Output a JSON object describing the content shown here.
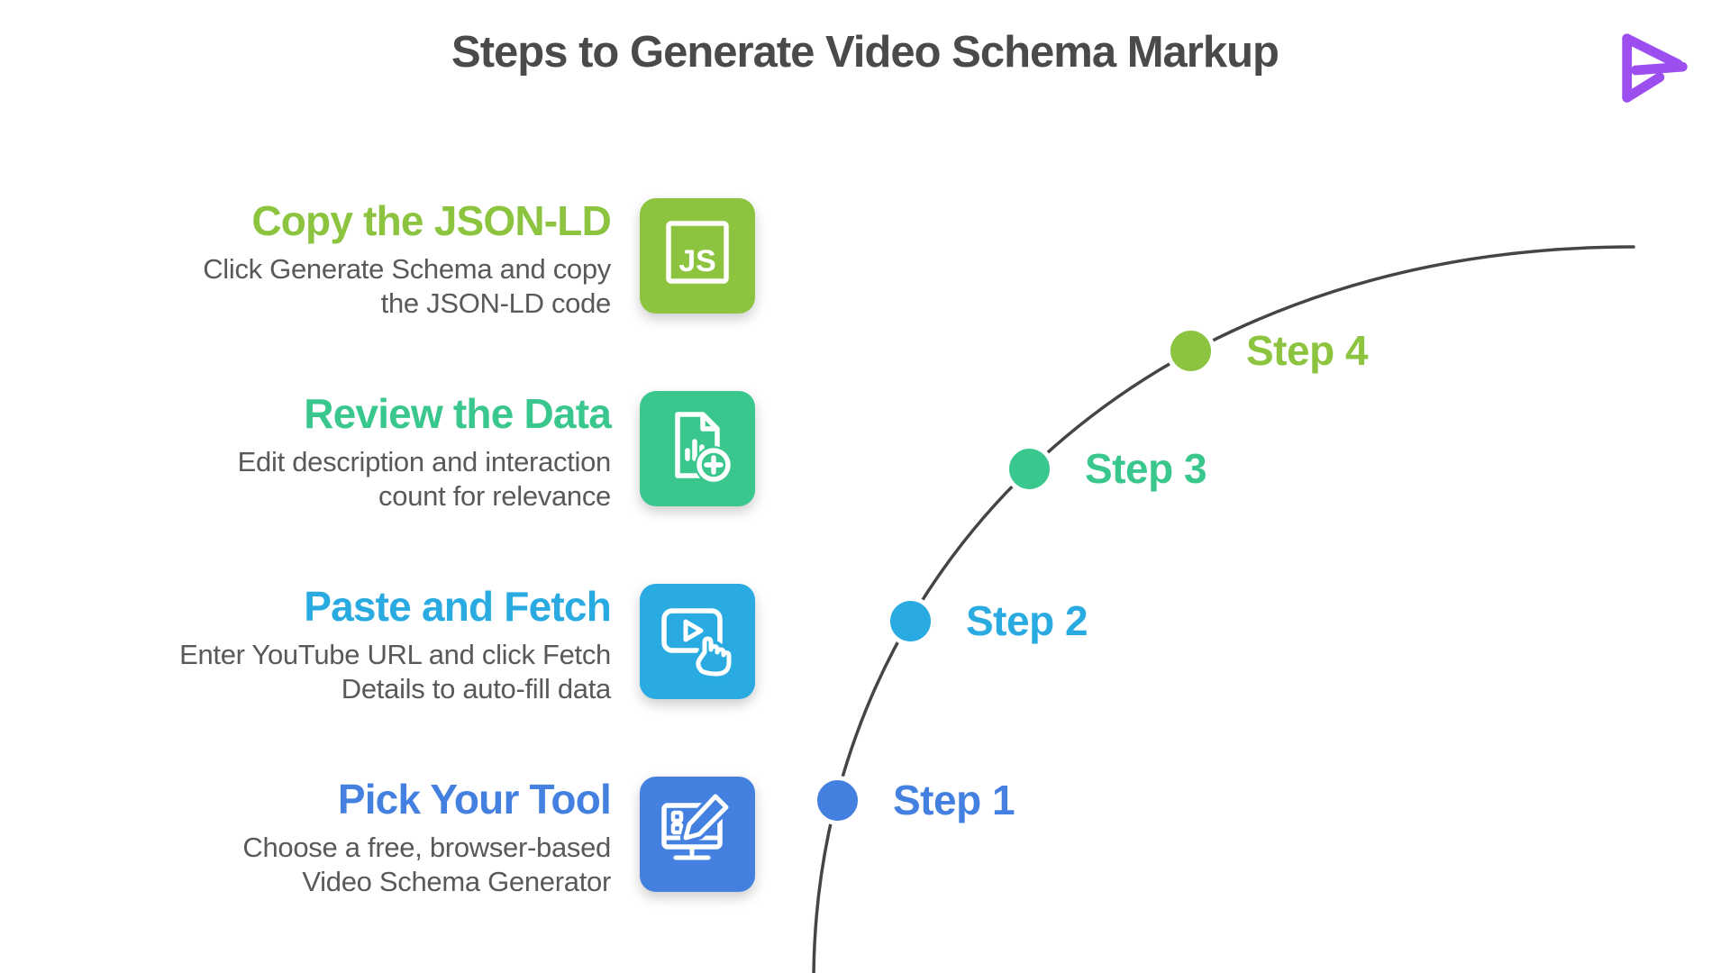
{
  "header": {
    "title": "Steps to Generate Video Schema Markup",
    "title_color": "#4a4a4b"
  },
  "logo": {
    "icon": "play-logo-icon",
    "color": "#9c4fee"
  },
  "curve": {
    "color": "#454545"
  },
  "body_text_color": "#58595b",
  "steps": [
    {
      "label": "Step 1",
      "heading": "Pick Your Tool",
      "line1": "Choose a free, browser-based",
      "line2": "Video Schema Generator",
      "color": "#4480e0",
      "icon": "monitor-edit-icon"
    },
    {
      "label": "Step 2",
      "heading": "Paste and Fetch",
      "line1": "Enter YouTube URL and click Fetch",
      "line2": "Details to auto-fill data",
      "color": "#29abe2",
      "icon": "video-play-hand-icon"
    },
    {
      "label": "Step 3",
      "heading": "Review the Data",
      "line1": "Edit description and interaction",
      "line2": "count for relevance",
      "color": "#3ac78e",
      "icon": "document-chart-add-icon"
    },
    {
      "label": "Step 4",
      "heading": "Copy the JSON-LD",
      "line1": "Click Generate Schema and copy",
      "line2": "the JSON-LD code",
      "color": "#8cc440",
      "icon": "js-badge-icon",
      "badge_text": "JS"
    }
  ]
}
